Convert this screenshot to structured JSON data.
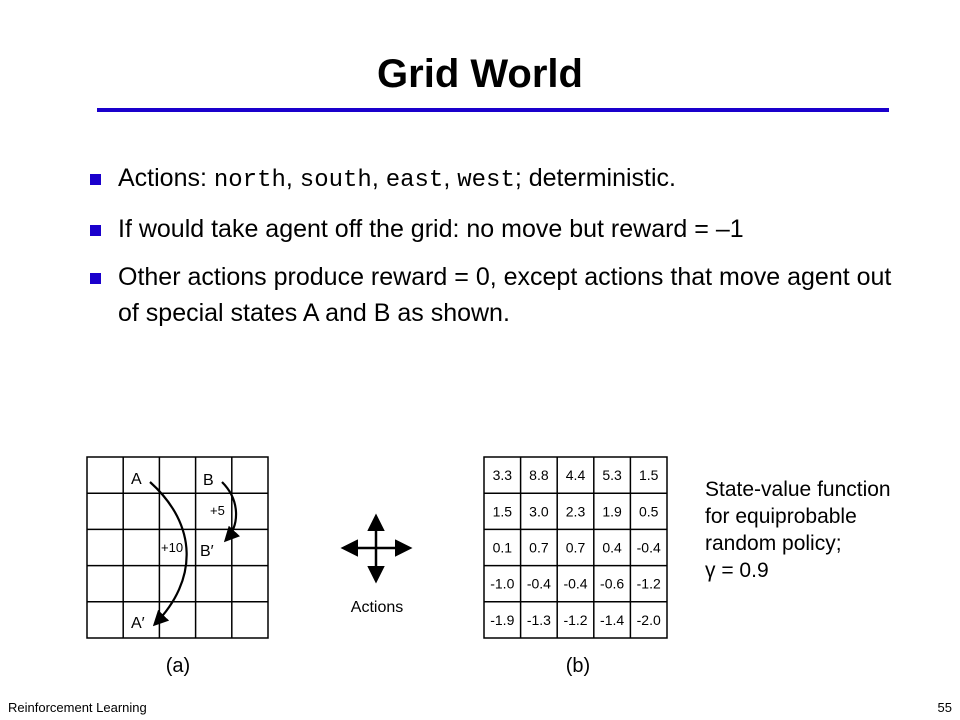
{
  "slide": {
    "title": "Grid World",
    "bullets": [
      {
        "pre": "Actions: ",
        "actions": [
          "north",
          "south",
          "east",
          "west"
        ],
        "post": "; deterministic."
      },
      {
        "text": "If would take agent off the grid: no move but reward = –1"
      },
      {
        "text": "Other actions produce reward = 0, except actions that move agent out of special states A and B as shown."
      }
    ],
    "footer_left": "Reinforcement Learning",
    "page_number": "55"
  },
  "figure_a": {
    "labels": {
      "A": "A",
      "B": "B",
      "A_prime": "A′",
      "B_prime": "B′",
      "plus10": "+10",
      "plus5": "+5"
    },
    "caption": "(a)"
  },
  "actions_label": "Actions",
  "figure_b": {
    "caption": "(b)",
    "values": [
      [
        "3.3",
        "8.8",
        "4.4",
        "5.3",
        "1.5"
      ],
      [
        "1.5",
        "3.0",
        "2.3",
        "1.9",
        "0.5"
      ],
      [
        "0.1",
        "0.7",
        "0.7",
        "0.4",
        "-0.4"
      ],
      [
        "-1.0",
        "-0.4",
        "-0.4",
        "-0.6",
        "-1.2"
      ],
      [
        "-1.9",
        "-1.3",
        "-1.2",
        "-1.4",
        "-2.0"
      ]
    ]
  },
  "state_caption": {
    "line1": "State-value function",
    "line2": "for equiprobable",
    "line3": "random policy;",
    "line4": "γ = 0.9"
  }
}
